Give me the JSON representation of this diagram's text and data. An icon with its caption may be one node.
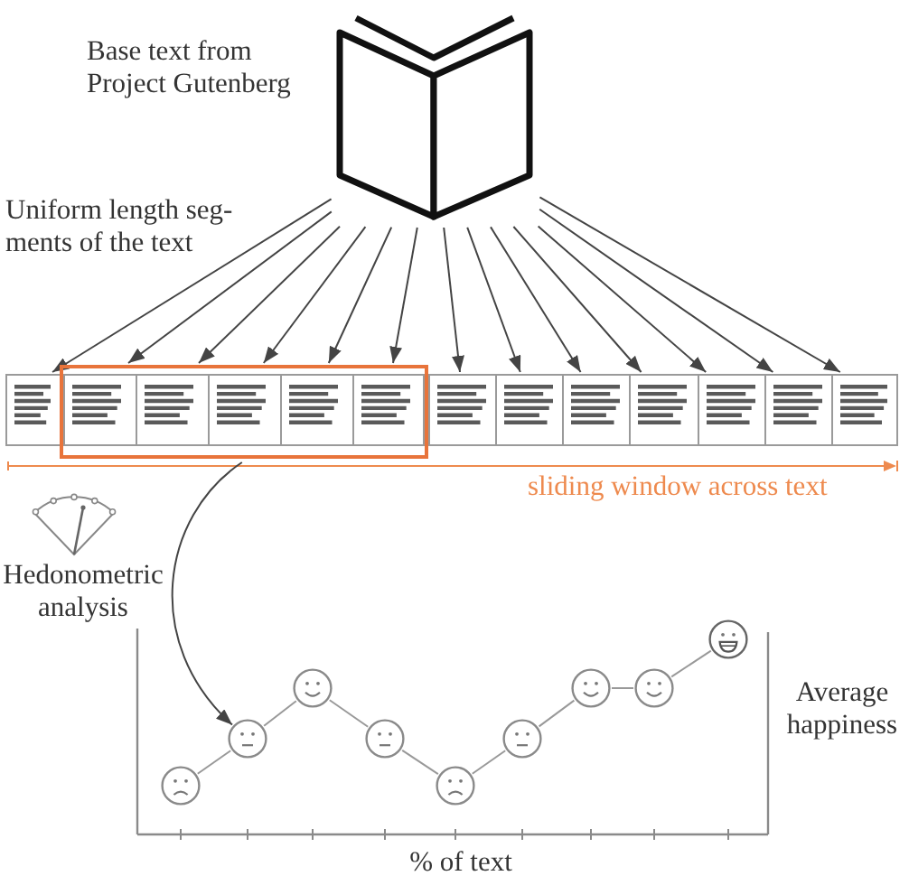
{
  "diagram": {
    "nodes": [
      {
        "text": [],
        "shape": "picture",
        "beside": [
          "Base text from Project Gutenberg"
        ]
      },
      {
        "text": [],
        "shape": "box"
      },
      {
        "text": [],
        "shape": "box"
      },
      {
        "text": [],
        "shape": "box",
        "in": 2
      },
      {
        "text": [],
        "shape": "box",
        "in": 2
      },
      {
        "text": [],
        "shape": "box",
        "in": 2
      },
      {
        "text": [],
        "shape": "box",
        "in": 2
      },
      {
        "text": [],
        "shape": "box",
        "in": 2
      },
      {
        "text": [],
        "shape": "box"
      },
      {
        "text": [],
        "shape": "box"
      },
      {
        "text": [],
        "shape": "box"
      },
      {
        "text": [],
        "shape": "box"
      },
      {
        "text": [],
        "shape": "box"
      },
      {
        "text": [],
        "shape": "box"
      },
      {
        "text": [],
        "shape": "box"
      },
      {
        "text": [],
        "shape": "circle"
      },
      {
        "text": [],
        "shape": "circle"
      },
      {
        "text": [],
        "shape": "circle"
      },
      {
        "text": [],
        "shape": "circle"
      },
      {
        "text": [],
        "shape": "circle"
      },
      {
        "text": [],
        "shape": "circle"
      },
      {
        "text": [],
        "shape": "circle"
      },
      {
        "text": [],
        "shape": "circle"
      },
      {
        "text": [],
        "shape": "circle"
      }
    ],
    "edges": [
      {
        "from": 0,
        "to": 1,
        "arrow": "to"
      },
      {
        "from": 0,
        "to": 3,
        "arrow": "to"
      },
      {
        "from": 0,
        "to": 4,
        "arrow": "to"
      },
      {
        "from": 0,
        "to": 5,
        "arrow": "to"
      },
      {
        "from": 0,
        "to": 6,
        "arrow": "to"
      },
      {
        "from": 0,
        "to": 7,
        "arrow": "to"
      },
      {
        "from": 0,
        "to": 8,
        "arrow": "to"
      },
      {
        "from": 0,
        "to": 9,
        "arrow": "to"
      },
      {
        "from": 0,
        "to": 10,
        "arrow": "to"
      },
      {
        "from": 0,
        "to": 11,
        "arrow": "to"
      },
      {
        "from": 0,
        "to": 12,
        "arrow": "to"
      },
      {
        "from": 0,
        "to": 13,
        "arrow": "to"
      },
      {
        "from": 0,
        "to": 14,
        "arrow": "to"
      },
      {
        "from": 2,
        "to": 16,
        "arrow": "to"
      },
      {
        "from": 15,
        "to": 16,
        "arrow": "none",
        "color": "#999999"
      },
      {
        "from": 16,
        "to": 17,
        "arrow": "none",
        "color": "#999999"
      },
      {
        "from": 17,
        "to": 18,
        "arrow": "none",
        "color": "#999999"
      },
      {
        "from": 18,
        "to": 19,
        "arrow": "none",
        "color": "#999999"
      },
      {
        "from": 19,
        "to": 20,
        "arrow": "none",
        "color": "#999999"
      },
      {
        "from": 20,
        "to": 21,
        "arrow": "none",
        "color": "#999999"
      },
      {
        "from": 21,
        "to": 22,
        "arrow": "none",
        "color": "#999999"
      },
      {
        "from": 22,
        "to": 23,
        "arrow": "none",
        "color": "#999999"
      }
    ],
    "labels": [
      "Uniform length seg- ments of the text",
      "sliding window across text",
      "Hedonometric analysis",
      "Average happiness",
      "% of text"
    ]
  }
}
